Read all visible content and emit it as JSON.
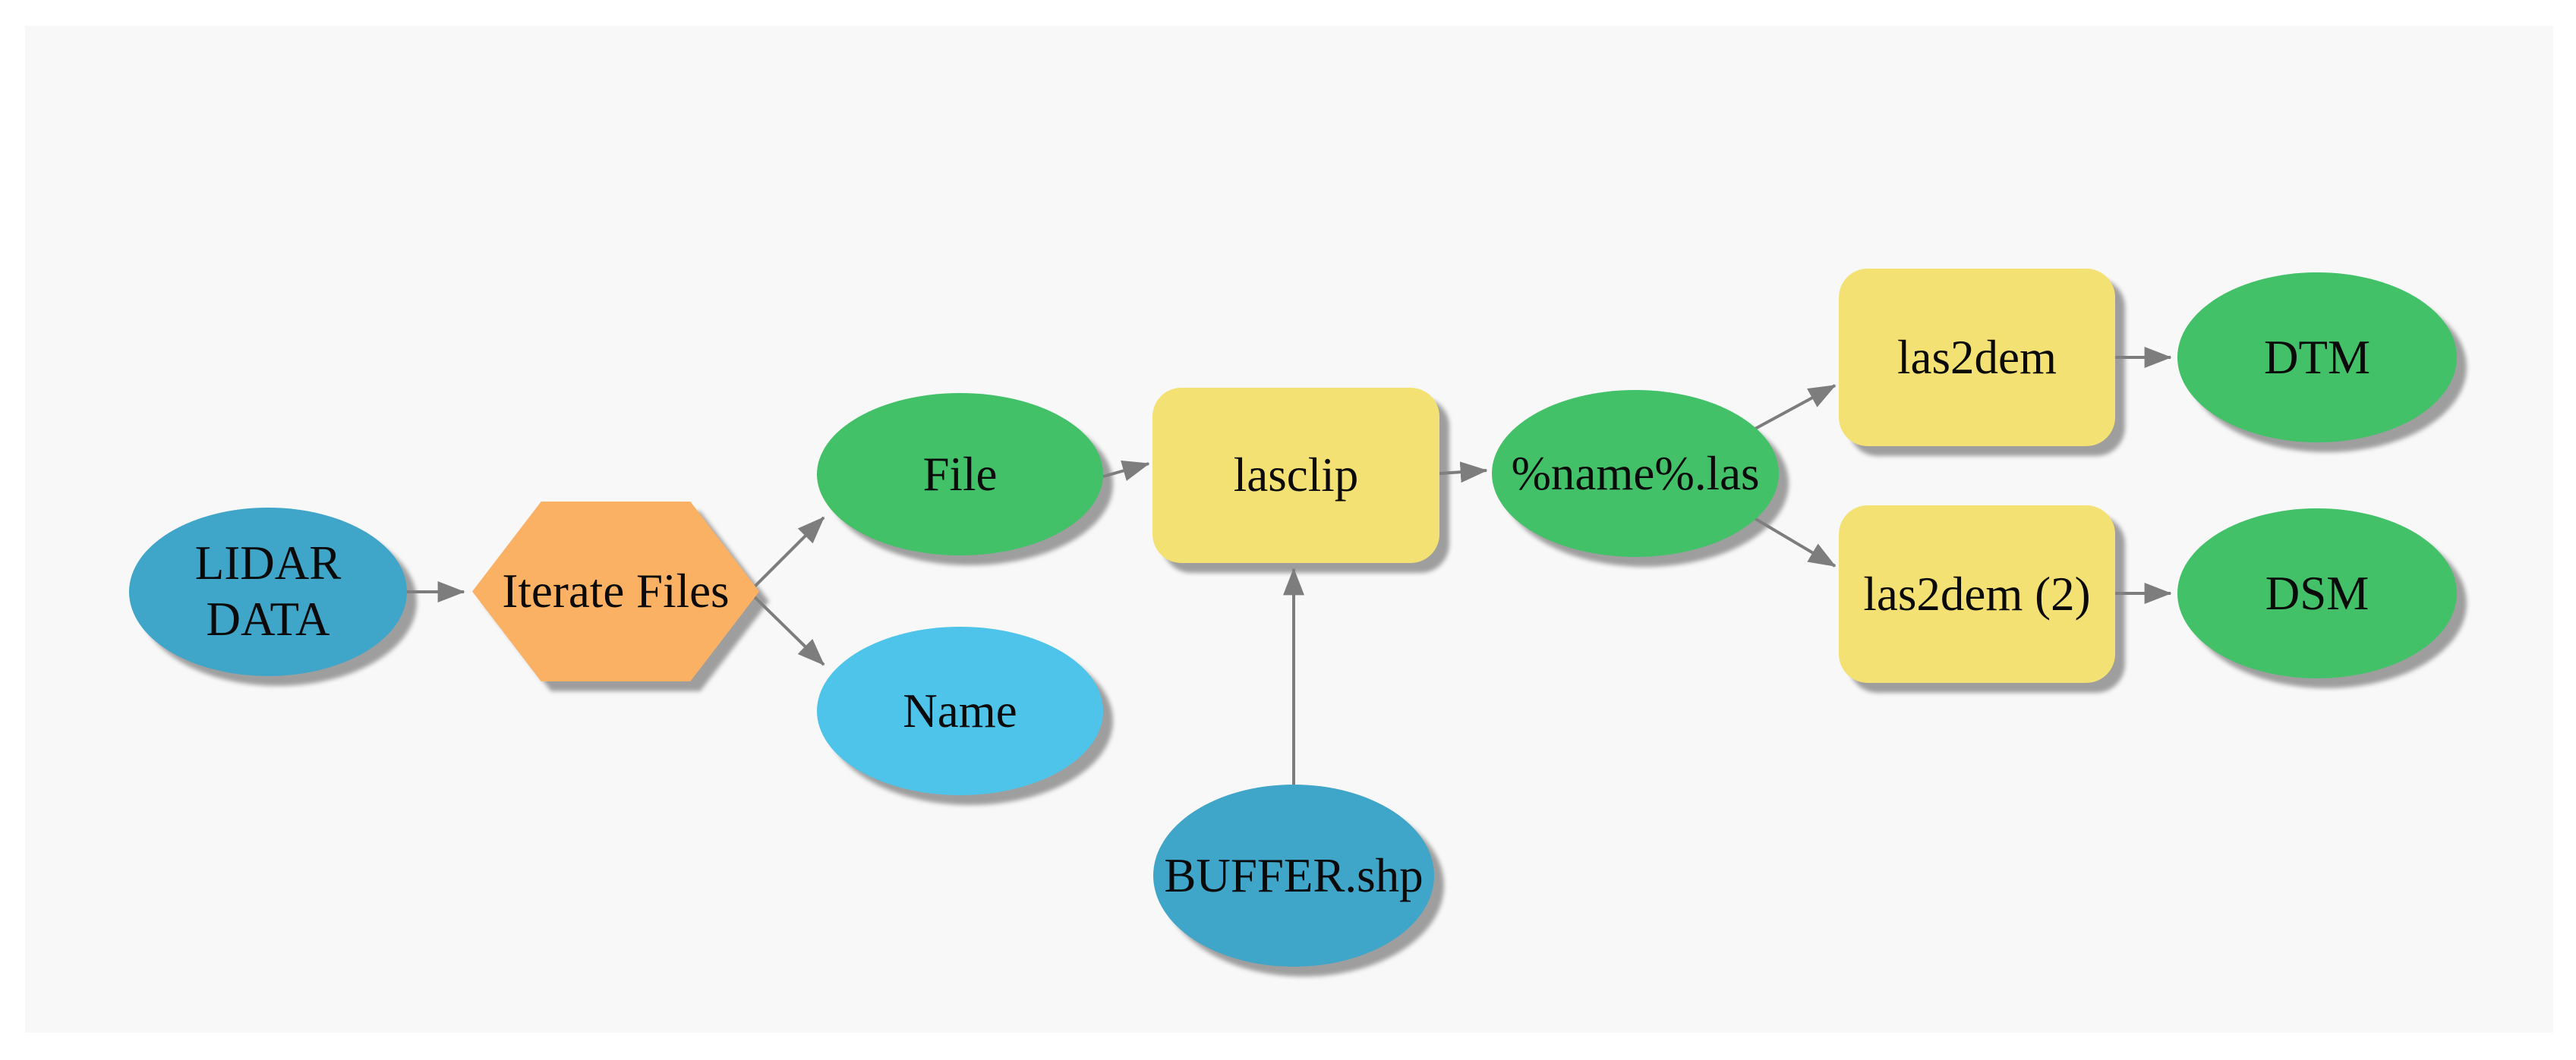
{
  "diagram": {
    "kind": "model-builder-flowchart",
    "palette": {
      "canvas_background": "#f8f8f8",
      "page_background": "#ffffff",
      "input_data_teal": "#3fa5c9",
      "derived_data_green": "#42c169",
      "variable_cyan": "#4fc4ea",
      "iterator_orange": "#fbb164",
      "tool_yellow": "#f3e173",
      "connector_gray": "#7d7d7d",
      "label_text": "#0a0a0a"
    },
    "nodes": {
      "lidar_data": {
        "label": "LIDAR DATA",
        "shape": "ellipse",
        "color": "#3fa5c9"
      },
      "iterate_files": {
        "label": "Iterate Files",
        "shape": "hexagon",
        "color": "#fbb164"
      },
      "file": {
        "label": "File",
        "shape": "ellipse",
        "color": "#42c169"
      },
      "name": {
        "label": "Name",
        "shape": "ellipse",
        "color": "#4fc4ea"
      },
      "lasclip": {
        "label": "lasclip",
        "shape": "rounded-rect",
        "color": "#f3e173"
      },
      "buffer_shp": {
        "label": "BUFFER.shp",
        "shape": "ellipse",
        "color": "#3fa5c9"
      },
      "name_las": {
        "label": "%name%.las",
        "shape": "ellipse",
        "color": "#42c169"
      },
      "las2dem": {
        "label": "las2dem",
        "shape": "rounded-rect",
        "color": "#f3e173"
      },
      "dtm": {
        "label": "DTM",
        "shape": "ellipse",
        "color": "#42c169"
      },
      "las2dem_2": {
        "label": "las2dem (2)",
        "shape": "rounded-rect",
        "color": "#f3e173"
      },
      "dsm": {
        "label": "DSM",
        "shape": "ellipse",
        "color": "#42c169"
      }
    },
    "edges": [
      {
        "from": "LIDAR DATA",
        "to": "Iterate Files"
      },
      {
        "from": "Iterate Files",
        "to": "File"
      },
      {
        "from": "Iterate Files",
        "to": "Name"
      },
      {
        "from": "File",
        "to": "lasclip"
      },
      {
        "from": "BUFFER.shp",
        "to": "lasclip"
      },
      {
        "from": "lasclip",
        "to": "%name%.las"
      },
      {
        "from": "%name%.las",
        "to": "las2dem"
      },
      {
        "from": "%name%.las",
        "to": "las2dem (2)"
      },
      {
        "from": "las2dem",
        "to": "DTM"
      },
      {
        "from": "las2dem (2)",
        "to": "DSM"
      }
    ]
  }
}
